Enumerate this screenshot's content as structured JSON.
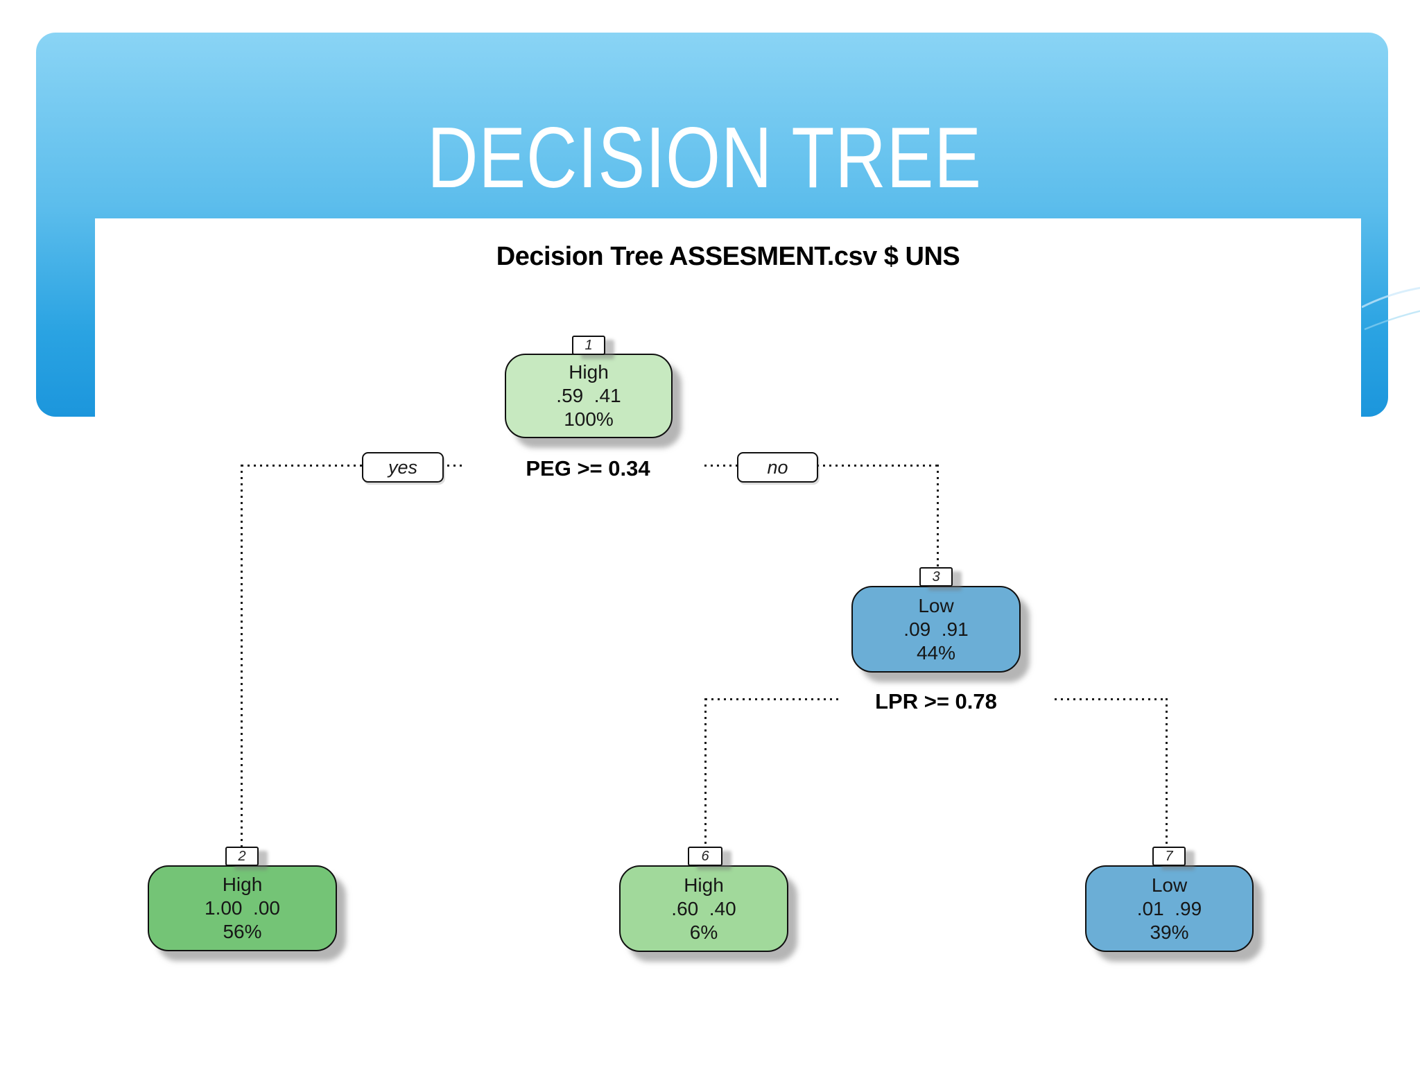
{
  "slide": {
    "title": "DECISION TREE"
  },
  "plot": {
    "title": "Decision Tree ASSESMENT.csv $ UNS"
  },
  "tree": {
    "branch_labels": {
      "yes": "yes",
      "no": "no"
    },
    "splits": [
      {
        "label": "PEG >= 0.34"
      },
      {
        "label": "LPR >= 0.78"
      }
    ],
    "nodes": [
      {
        "id": "1",
        "class_label": "High",
        "probs": ".59  .41",
        "percent": "100%",
        "fill": "#c7e9c0"
      },
      {
        "id": "2",
        "class_label": "High",
        "probs": "1.00  .00",
        "percent": "56%",
        "fill": "#74c476"
      },
      {
        "id": "3",
        "class_label": "Low",
        "probs": ".09  .91",
        "percent": "44%",
        "fill": "#6baed6"
      },
      {
        "id": "6",
        "class_label": "High",
        "probs": ".60  .40",
        "percent": "6%",
        "fill": "#a1d99b"
      },
      {
        "id": "7",
        "class_label": "Low",
        "probs": ".01  .99",
        "percent": "39%",
        "fill": "#6baed6"
      }
    ]
  },
  "colors": {
    "banner_gradient_top": "#8ad4f5",
    "banner_gradient_bottom": "#1c96dc",
    "title_text": "#ffffff",
    "plot_text": "#000000",
    "node_border": "#101010",
    "branch_line": "#1a1a1a",
    "node_fill_root": "#c7e9c0",
    "node_fill_high_strong": "#74c476",
    "node_fill_high_mid": "#a1d99b",
    "node_fill_low": "#6baed6"
  }
}
